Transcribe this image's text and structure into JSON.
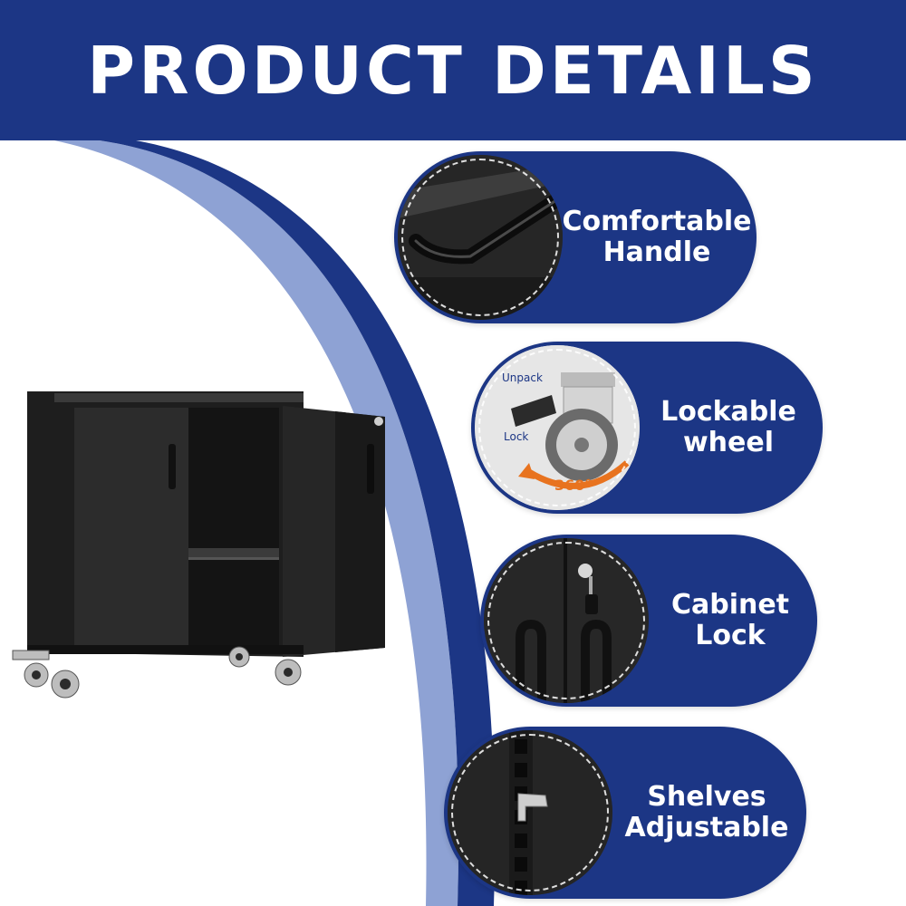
{
  "banner": {
    "title": "PRODUCT DETAILS"
  },
  "colors": {
    "navy": "#1c3685",
    "light_blue": "#7d92c8",
    "cabinet": "#2a2a2a",
    "accent_orange": "#e8731f"
  },
  "features": [
    {
      "line1": "Comfortable",
      "line2": "Handle",
      "icon": "handle-icon"
    },
    {
      "line1": "Lockable",
      "line2": "wheel",
      "icon": "caster-wheel-icon",
      "annotations": {
        "unpack": "Unpack",
        "lock": "Lock",
        "rotation": "360°"
      }
    },
    {
      "line1": "Cabinet",
      "line2": "Lock",
      "icon": "key-lock-icon"
    },
    {
      "line1": "Shelves",
      "line2": "Adjustable",
      "icon": "shelf-bracket-icon"
    }
  ]
}
